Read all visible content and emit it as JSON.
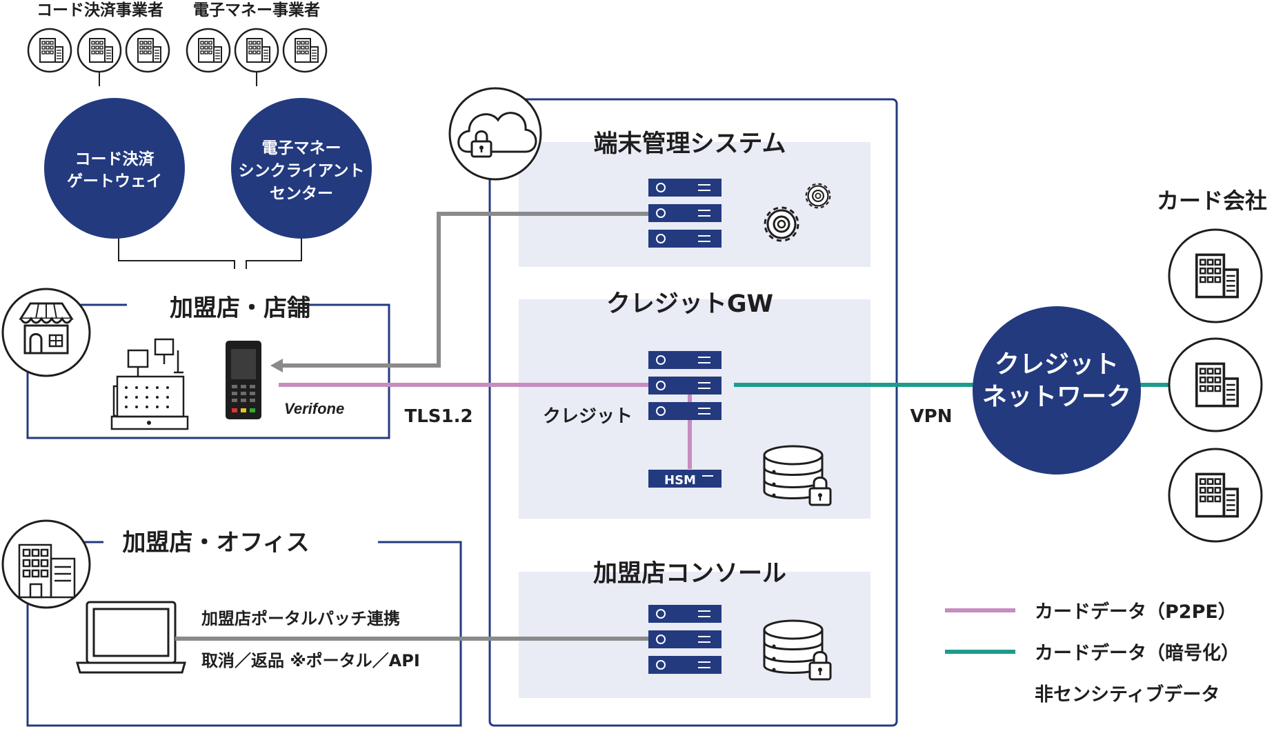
{
  "colors": {
    "navy": "#233a7f",
    "panel_bg": "#e9ebf5",
    "gray_line": "#8a8a8a",
    "pink_line": "#c68cc0",
    "teal_line": "#1c9c8c"
  },
  "top_groups": {
    "code_operators": "コード決済事業者",
    "emoney_operators": "電子マネー事業者"
  },
  "circles": {
    "code_gateway": [
      "コード決済",
      "ゲートウェイ"
    ],
    "emoney_center": [
      "電子マネー",
      "シンクライアント",
      "センター"
    ],
    "credit_network": [
      "クレジット",
      "ネットワーク"
    ]
  },
  "store": {
    "title": "加盟店・店舗",
    "terminal_brand": "Verifone"
  },
  "office": {
    "title": "加盟店・オフィス",
    "line1": "加盟店ポータルパッチ連携",
    "line2": "取消／返品 ※ポータル／API"
  },
  "cloud": {
    "tms_title": "端末管理システム",
    "gw_title": "クレジットGW",
    "console_title": "加盟店コンソール",
    "credit_label": "クレジット",
    "hsm_label": "HSM"
  },
  "links": {
    "tls": "TLS1.2",
    "vpn": "VPN"
  },
  "card_company": "カード会社",
  "legend": [
    {
      "label": "カードデータ（P2PE）",
      "color": "#c68cc0"
    },
    {
      "label": "カードデータ（暗号化）",
      "color": "#1c9c8c"
    },
    {
      "label": "非センシティブデータ",
      "color": "#8a8a8a"
    }
  ],
  "icons": [
    "building-icon",
    "store-icon",
    "cash-register-icon",
    "payment-terminal-icon",
    "cloud-lock-icon",
    "server-icon",
    "gears-icon",
    "database-lock-icon",
    "laptop-icon",
    "office-building-icon"
  ]
}
